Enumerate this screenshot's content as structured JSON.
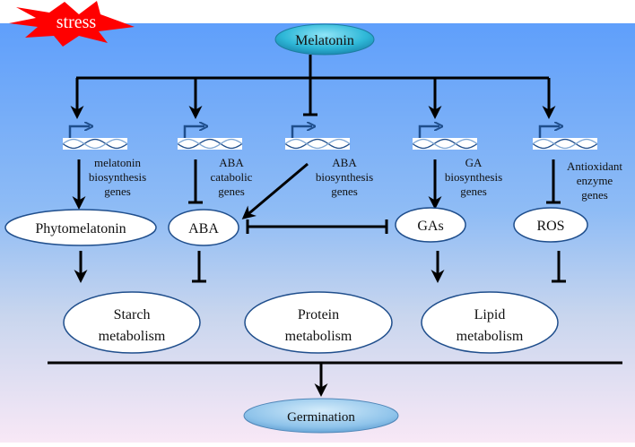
{
  "title": "Melatonin regulation of seed germination under stress",
  "stress_label": "stress",
  "top_node": "Melatonin",
  "genes": [
    {
      "id": "melatonin-biosynthesis",
      "lines": [
        "melatonin",
        "biosynthesis",
        "genes"
      ],
      "effect_from_melatonin": "promotes",
      "effect_on_target": "promotes"
    },
    {
      "id": "aba-catabolic",
      "lines": [
        "ABA",
        "catabolic",
        "genes"
      ],
      "effect_from_melatonin": "promotes",
      "effect_on_target": "inhibits"
    },
    {
      "id": "aba-biosynthesis",
      "lines": [
        "ABA",
        "biosynthesis",
        "genes"
      ],
      "effect_from_melatonin": "inhibits",
      "effect_on_target": "promotes"
    },
    {
      "id": "ga-biosynthesis",
      "lines": [
        "GA",
        "biosynthesis",
        "genes"
      ],
      "effect_from_melatonin": "promotes",
      "effect_on_target": "promotes"
    },
    {
      "id": "antioxidant-enzyme",
      "lines": [
        "Antioxidant",
        "enzyme",
        "genes"
      ],
      "effect_from_melatonin": "promotes",
      "effect_on_target": "inhibits"
    }
  ],
  "mid_nodes": [
    "Phytomelatonin",
    "ABA",
    "GAs",
    "ROS"
  ],
  "interaction": "ABA and GAs mutually antagonize",
  "metabolism_nodes": [
    {
      "lines": [
        "Starch",
        "metabolism"
      ]
    },
    {
      "lines": [
        "Protein",
        "metabolism"
      ]
    },
    {
      "lines": [
        "Lipid",
        "metabolism"
      ]
    }
  ],
  "bottom_node": "Germination",
  "colors": {
    "stress_fill": "#ff0000",
    "bg_top": "#5f9ffb",
    "bg_bottom": "#f8e8f6",
    "melatonin_fill": "#2fb8d8",
    "germination_fill": "#8ec3ea",
    "gene_arrow": "#1f4e8c"
  }
}
